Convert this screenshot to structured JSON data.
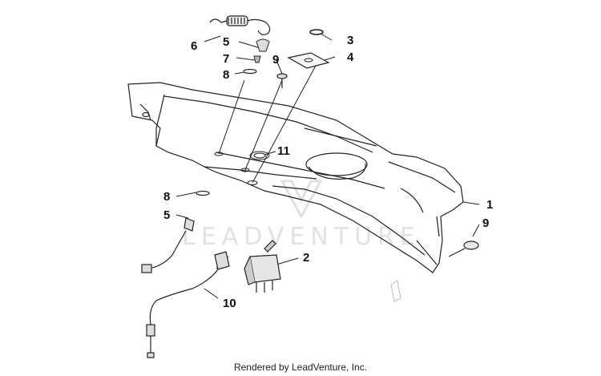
{
  "callouts": [
    "1",
    "2",
    "3",
    "4",
    "5",
    "5",
    "6",
    "7",
    "8",
    "8",
    "9",
    "9",
    "10",
    "11"
  ],
  "watermark_text": "LEADVENTURE",
  "footer_text": "Rendered by LeadVenture, Inc."
}
